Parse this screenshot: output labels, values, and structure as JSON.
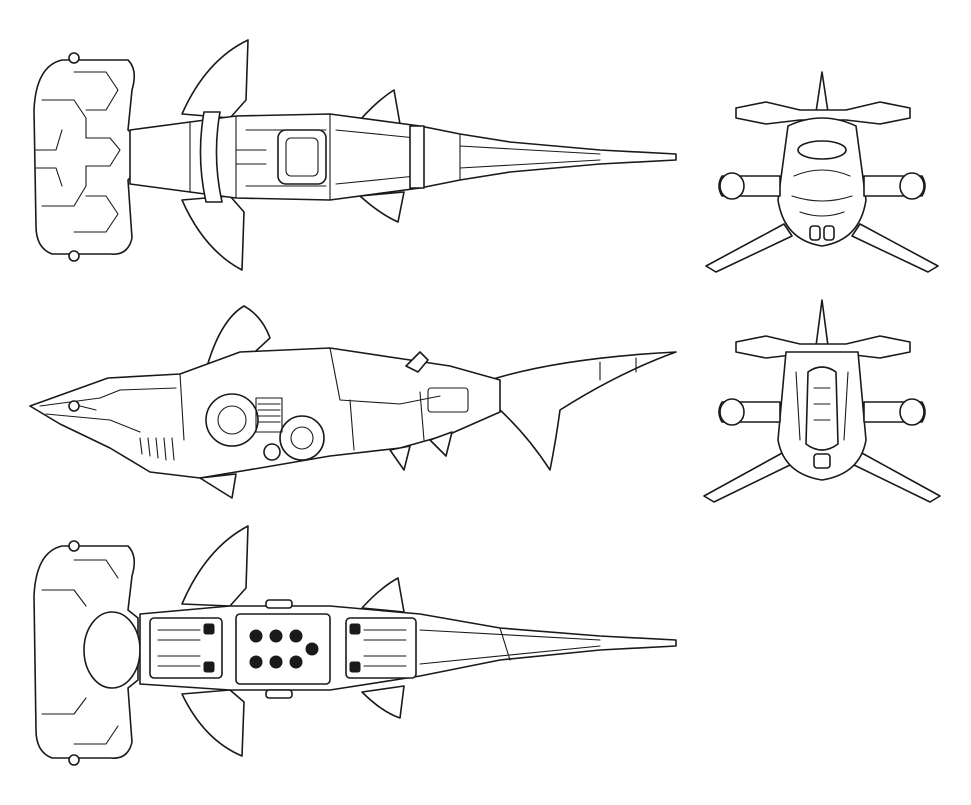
{
  "sheet": {
    "views": [
      {
        "id": "top-view",
        "subject": "hammerhead-shark-vehicle"
      },
      {
        "id": "side-view",
        "subject": "hammerhead-shark-vehicle"
      },
      {
        "id": "bottom-view",
        "subject": "hammerhead-shark-vehicle"
      },
      {
        "id": "front-view",
        "subject": "hammerhead-shark-vehicle"
      },
      {
        "id": "rear-view",
        "subject": "hammerhead-shark-vehicle"
      }
    ],
    "colors": {
      "ink": "#1a1a1a",
      "paper": "#ffffff"
    }
  }
}
